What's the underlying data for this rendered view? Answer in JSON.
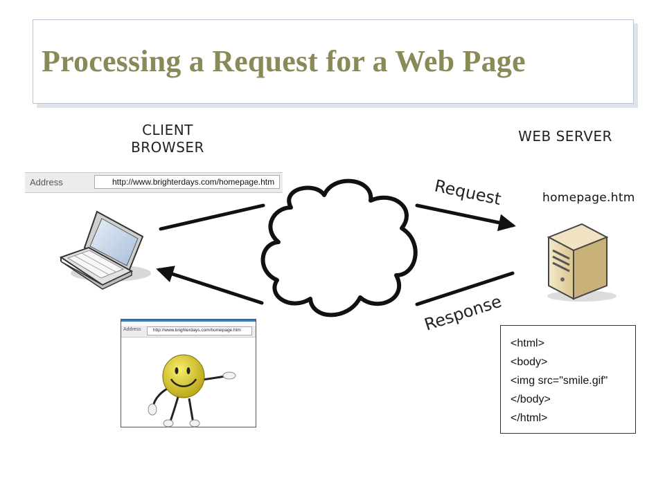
{
  "title": "Processing a Request for a Web Page",
  "client_label": [
    "CLIENT",
    "BROWSER"
  ],
  "server_label": "WEB SERVER",
  "browser_address": {
    "label": "Address",
    "url": "http://www.brighterdays.com/homepage.htm"
  },
  "rendered_page": {
    "address_label": "Address",
    "url": "http://www.brighterdays.com/homepage.htm"
  },
  "request_label": "Request",
  "response_label": "Response",
  "server_file": "homepage.htm",
  "html_code": [
    "<html>",
    "<body>",
    "<img src=\"smile.gif\"",
    "</body>",
    "</html>"
  ],
  "icons": [
    "laptop-icon",
    "cloud-icon",
    "server-icon",
    "smiley-character-image"
  ]
}
